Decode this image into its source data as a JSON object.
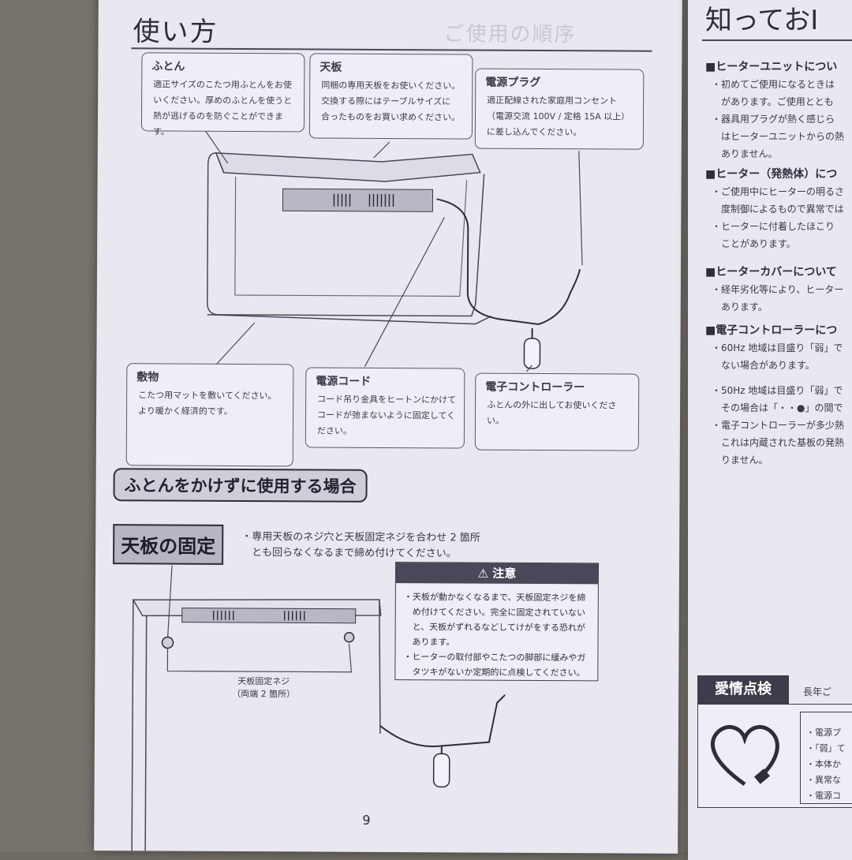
{
  "left_page": {
    "title": "使い方",
    "ghost_title": "ご使用の順序",
    "callouts": {
      "futon": {
        "heading": "ふとん",
        "lines": [
          "適正サイズのこたつ用ふとんをお使",
          "いください。厚めのふとんを使うと",
          "熱が逃げるのを防ぐことができます。"
        ]
      },
      "tenban": {
        "heading": "天板",
        "lines": [
          "同梱の専用天板をお使いください。",
          "交換する際にはテーブルサイズに",
          "合ったものをお買い求めください。"
        ]
      },
      "plug": {
        "heading": "電源プラグ",
        "lines": [
          "適正配線された家庭用コンセント",
          "（電源交流 100V / 定格 15A 以上）",
          "に差し込んでください。"
        ]
      },
      "shikimono": {
        "heading": "敷物",
        "lines": [
          "こたつ用マットを敷いてください。",
          "より暖かく経済的です。"
        ]
      },
      "cord": {
        "heading": "電源コード",
        "lines": [
          "コード吊り金具をヒートンにかけて",
          "コードが弛まないように固定してく",
          "ださい。"
        ]
      },
      "controller": {
        "heading": "電子コントローラー",
        "lines": [
          "ふとんの外に出してお使いください。"
        ]
      }
    },
    "section_no_futon": "ふとんをかけずに使用する場合",
    "fix_label": "天板の固定",
    "fix_text": [
      "・専用天板のネジ穴と天板固定ネジを合わせ 2 箇所",
      "　とも回らなくなるまで締め付けてください。"
    ],
    "caution": {
      "title": "注意",
      "lines": [
        "・天板が動かなくなるまで、天板固定ネジを締",
        "　め付けてください。完全に固定されていない",
        "　と、天板がずれるなどしてけがをする恐れが",
        "　あります。",
        "・ヒーターの取付部やこたつの脚部に緩みやガ",
        "　タツキがないか定期的に点検してください。"
      ]
    },
    "screw_label": [
      "天板固定ネジ",
      "（両端 2 箇所）"
    ],
    "page_number": "9"
  },
  "right_page": {
    "title": "知っておⅠ",
    "sections": [
      {
        "heading": "■ヒーターユニットについ",
        "lines": [
          "・初めてご使用になるときは",
          "　があります。ご使用ととも",
          "・器具用プラグが熱く感じら",
          "　はヒーターユニットからの熱",
          "　ありません。"
        ]
      },
      {
        "heading": "■ヒーター（発熱体）につ",
        "lines": [
          "・ご使用中にヒーターの明るさ",
          "　度制御によるもので異常では",
          "・ヒーターに付着したほこり",
          "　ことがあります。"
        ]
      },
      {
        "heading": "■ヒーターカバーについて",
        "lines": [
          "・経年劣化等により、ヒーター",
          "　あります。"
        ]
      },
      {
        "heading": "■電子コントローラーにつ",
        "lines": [
          "・60Hz 地域は目盛り「弱」で",
          "　ない場合があります。",
          "・50Hz 地域は目盛り「弱」で",
          "　その場合は「・・●」の間で",
          "・電子コントローラーが多少熱",
          "　これは内蔵された基板の発熱",
          "　りません。"
        ]
      }
    ],
    "inspection_label": "愛情点検",
    "inspection_text": "長年ご",
    "inspection_items": [
      "・電源プ",
      "・「弱」て",
      "・本体か",
      "・異常な",
      "・電源コ"
    ]
  },
  "colors": {
    "paper": "#e9e8f1",
    "ink": "#2f2d3a",
    "desk": "#77726b"
  }
}
